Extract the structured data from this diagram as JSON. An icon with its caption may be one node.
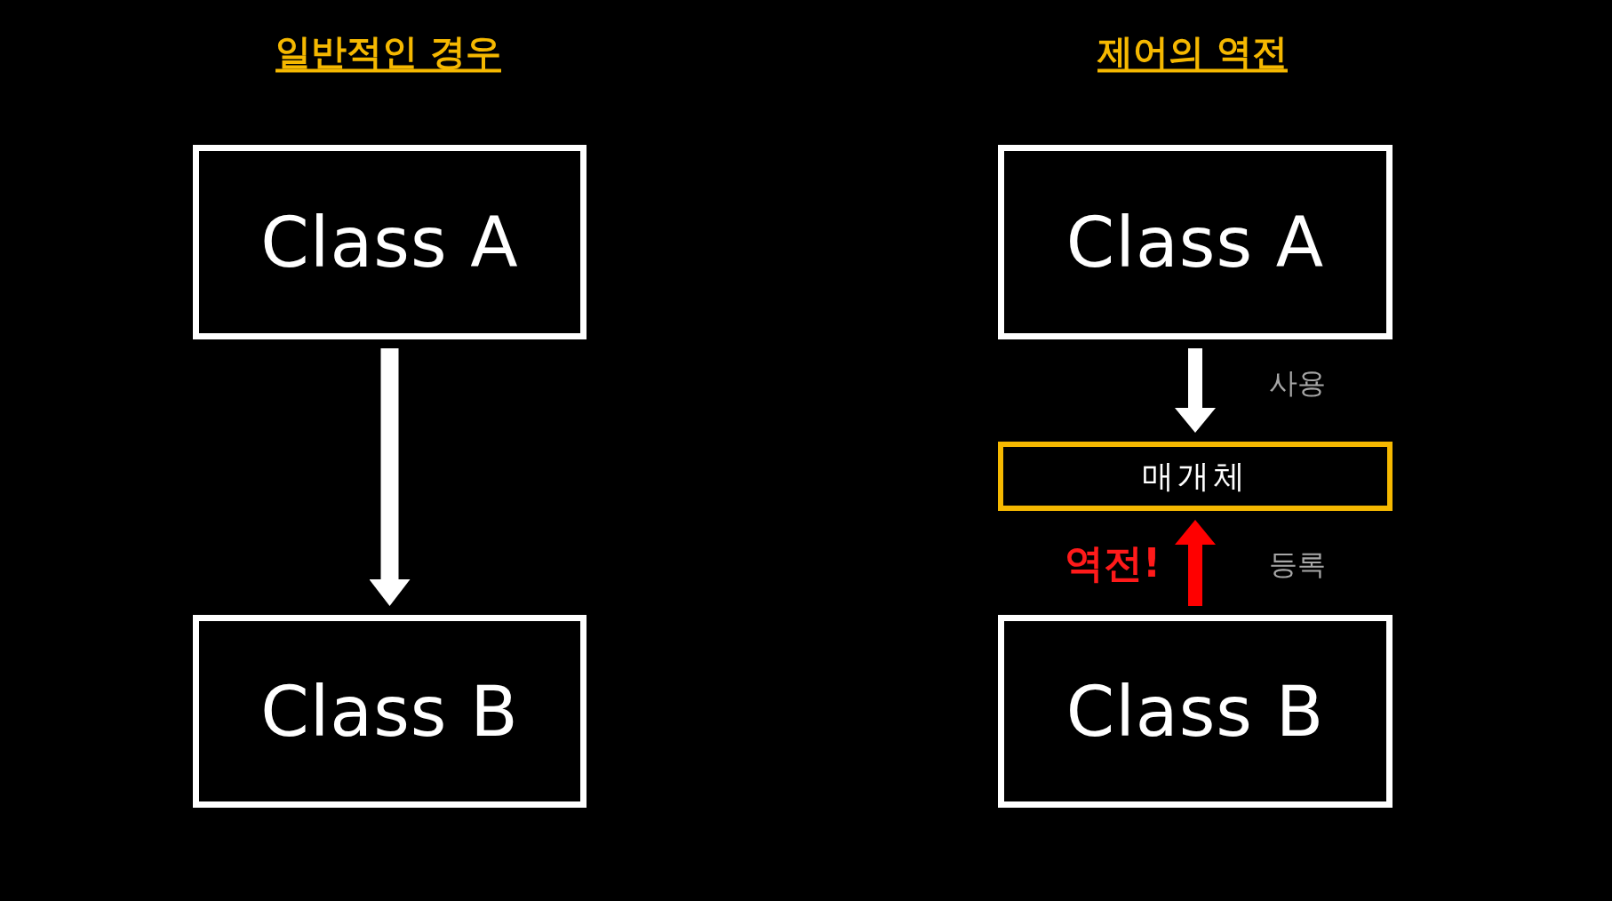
{
  "diagram": {
    "nodes": [
      {
        "text": [
          "Class A"
        ]
      },
      {
        "text": [
          "Class B"
        ]
      },
      {
        "text": [
          "Class A"
        ]
      },
      {
        "text": [
          "매개체"
        ]
      },
      {
        "text": [
          "Class B"
        ]
      }
    ],
    "edges": [
      {
        "from": 0,
        "to": 1,
        "arrow": "to"
      },
      {
        "from": 2,
        "to": 3,
        "arrow": "to",
        "label": "사용"
      },
      {
        "from": 4,
        "to": 3,
        "arrow": "to",
        "label": "등록",
        "color": "#ff0000"
      }
    ],
    "labels": [
      "일반적인 경우",
      "제어의 역전",
      "역전!"
    ]
  }
}
